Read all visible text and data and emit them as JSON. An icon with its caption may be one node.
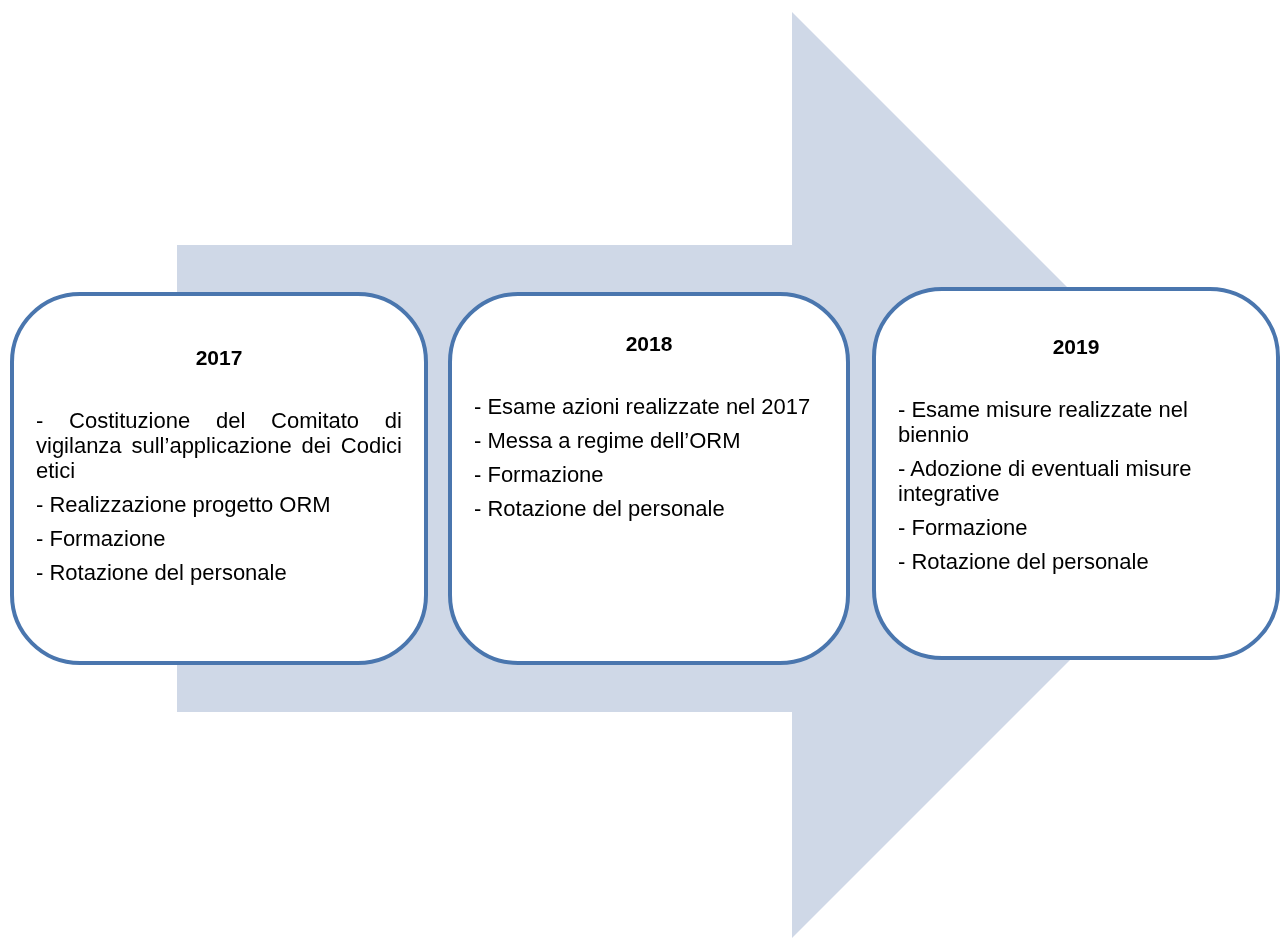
{
  "diagram": {
    "nodes": [
      {
        "text": [
          "2017",
          "- Costituzione del Comitato di vigilanza sull’applicazione dei Codici etici",
          "- Realizzazione progetto ORM",
          "- Formazione",
          "- Rotazione del personale"
        ]
      },
      {
        "text": [
          "2018",
          "- Esame azioni realizzate nel 2017",
          "- Messa a regime dell’ORM",
          "- Formazione",
          "- Rotazione del personale"
        ]
      },
      {
        "text": [
          "2019",
          "- Esame misure realizzate nel biennio",
          "- Adozione di eventuali misure integrative",
          "- Formazione",
          "- Rotazione del personale"
        ]
      }
    ],
    "edges": [
      {
        "from": 0,
        "to": 2,
        "arrow": "to"
      }
    ]
  }
}
